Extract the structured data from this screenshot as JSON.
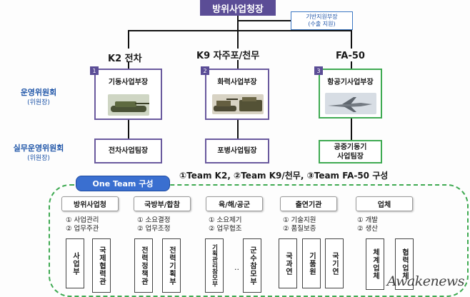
{
  "header": {
    "title": "방위사업청장"
  },
  "support": {
    "line1": "기반지원부장",
    "line2": "(수출 지원)"
  },
  "columns": [
    {
      "head": "K2 전차",
      "num": "1",
      "unit": "기동사업부장",
      "team": "전차사업팀장"
    },
    {
      "head": "K9 자주포/천무",
      "num": "2",
      "unit": "화력사업부장",
      "team": "포병사업팀장"
    },
    {
      "head": "FA-50",
      "num": "3",
      "unit": "항공기사업부장",
      "team": "공중기동기\n사업팀장"
    }
  ],
  "left_labels": {
    "committee": "운영위원회",
    "committee_sub": "(위원장)",
    "subcommittee": "실무운영위원회",
    "subcommittee_sub": "(위원장)"
  },
  "one_team": {
    "badge": "One Team 구성",
    "line": "①Team K2, ②Team K9/천무, ③Team FA-50 구성"
  },
  "categories": [
    {
      "name": "방위사업청",
      "duties": [
        "① 사업관리",
        "② 업무주관"
      ],
      "boxes": [
        "사업부",
        "국제협력관"
      ]
    },
    {
      "name": "국방부/합참",
      "duties": [
        "① 소요결정",
        "② 업무조정"
      ],
      "boxes": [
        "전력정책관",
        "전력기획부"
      ]
    },
    {
      "name": "육/해/공군",
      "duties": [
        "① 소요제기",
        "② 업무협조"
      ],
      "boxes": [
        "기획관리참모부",
        "군수참모부"
      ]
    },
    {
      "name": "출연기관",
      "duties": [
        "① 기술지원",
        "② 품질보증"
      ],
      "boxes": [
        "국과연",
        "기품원",
        "국기연"
      ]
    },
    {
      "name": "업체",
      "duties": [
        "① 개발",
        "② 생산"
      ],
      "boxes": [
        "체계업체",
        "협력업체"
      ]
    }
  ],
  "ellipsis": "..",
  "watermark": "Awakenews",
  "colors": {
    "purple": "#5b4d96",
    "blue_label": "#1f55a8",
    "green": "#3faa52",
    "badge_blue": "#3a6fd0"
  }
}
